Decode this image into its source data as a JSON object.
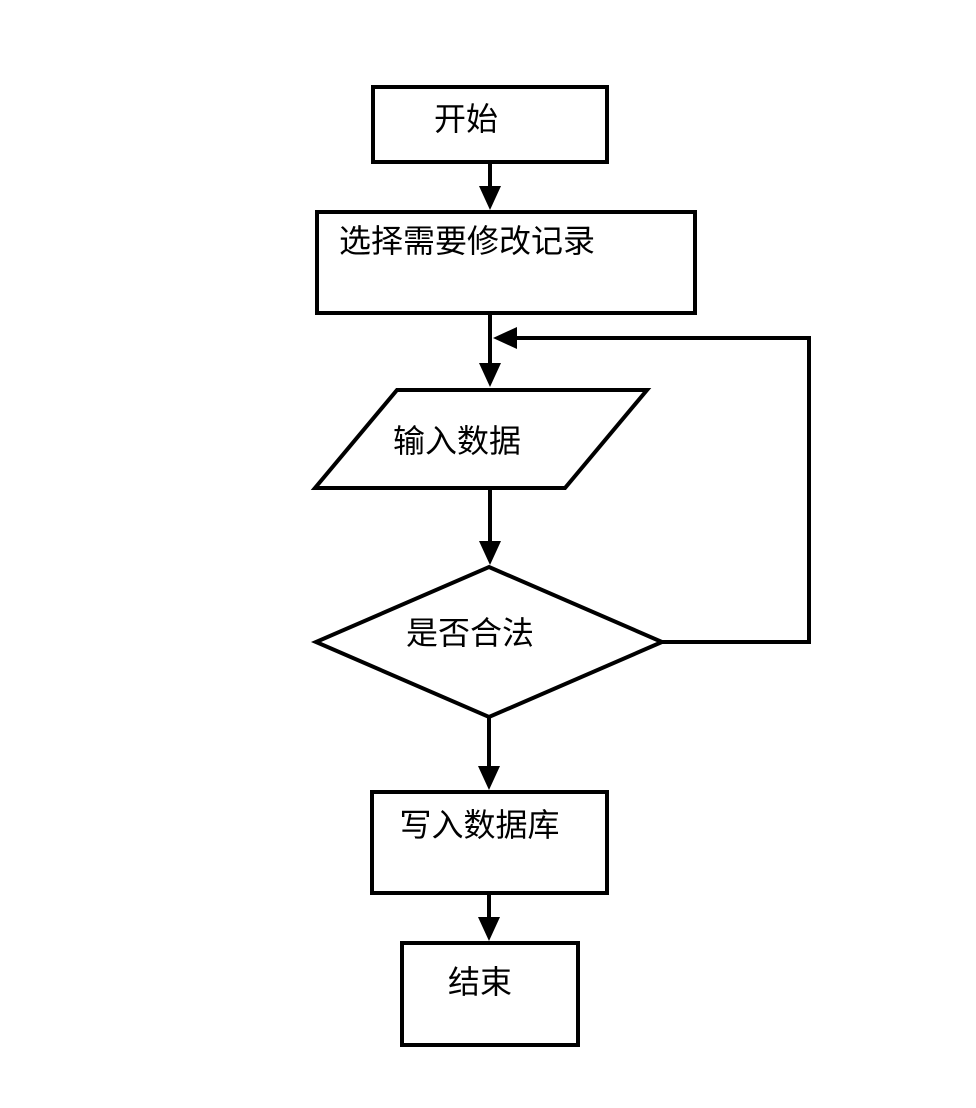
{
  "diagram": {
    "type": "flowchart",
    "colors": {
      "background": "#ffffff",
      "stroke": "#000000",
      "text": "#000000"
    },
    "nodes": [
      {
        "id": "start",
        "shape": "rectangle",
        "label": "开始"
      },
      {
        "id": "select-record",
        "shape": "rectangle",
        "label": "选择需要修改记录"
      },
      {
        "id": "input-data",
        "shape": "parallelogram",
        "label": "输入数据"
      },
      {
        "id": "validity-check",
        "shape": "diamond",
        "label": "是否合法"
      },
      {
        "id": "write-database",
        "shape": "rectangle",
        "label": "写入数据库"
      },
      {
        "id": "end",
        "shape": "rectangle",
        "label": "结束"
      }
    ],
    "edges": [
      {
        "from": "start",
        "to": "select-record",
        "kind": "arrow-down"
      },
      {
        "from": "select-record",
        "to": "input-data",
        "kind": "arrow-down"
      },
      {
        "from": "input-data",
        "to": "validity-check",
        "kind": "arrow-down"
      },
      {
        "from": "validity-check",
        "to": "write-database",
        "kind": "arrow-down"
      },
      {
        "from": "write-database",
        "to": "end",
        "kind": "arrow-down"
      },
      {
        "from": "validity-check",
        "to": "input-data",
        "kind": "loopback-right-side"
      }
    ]
  }
}
